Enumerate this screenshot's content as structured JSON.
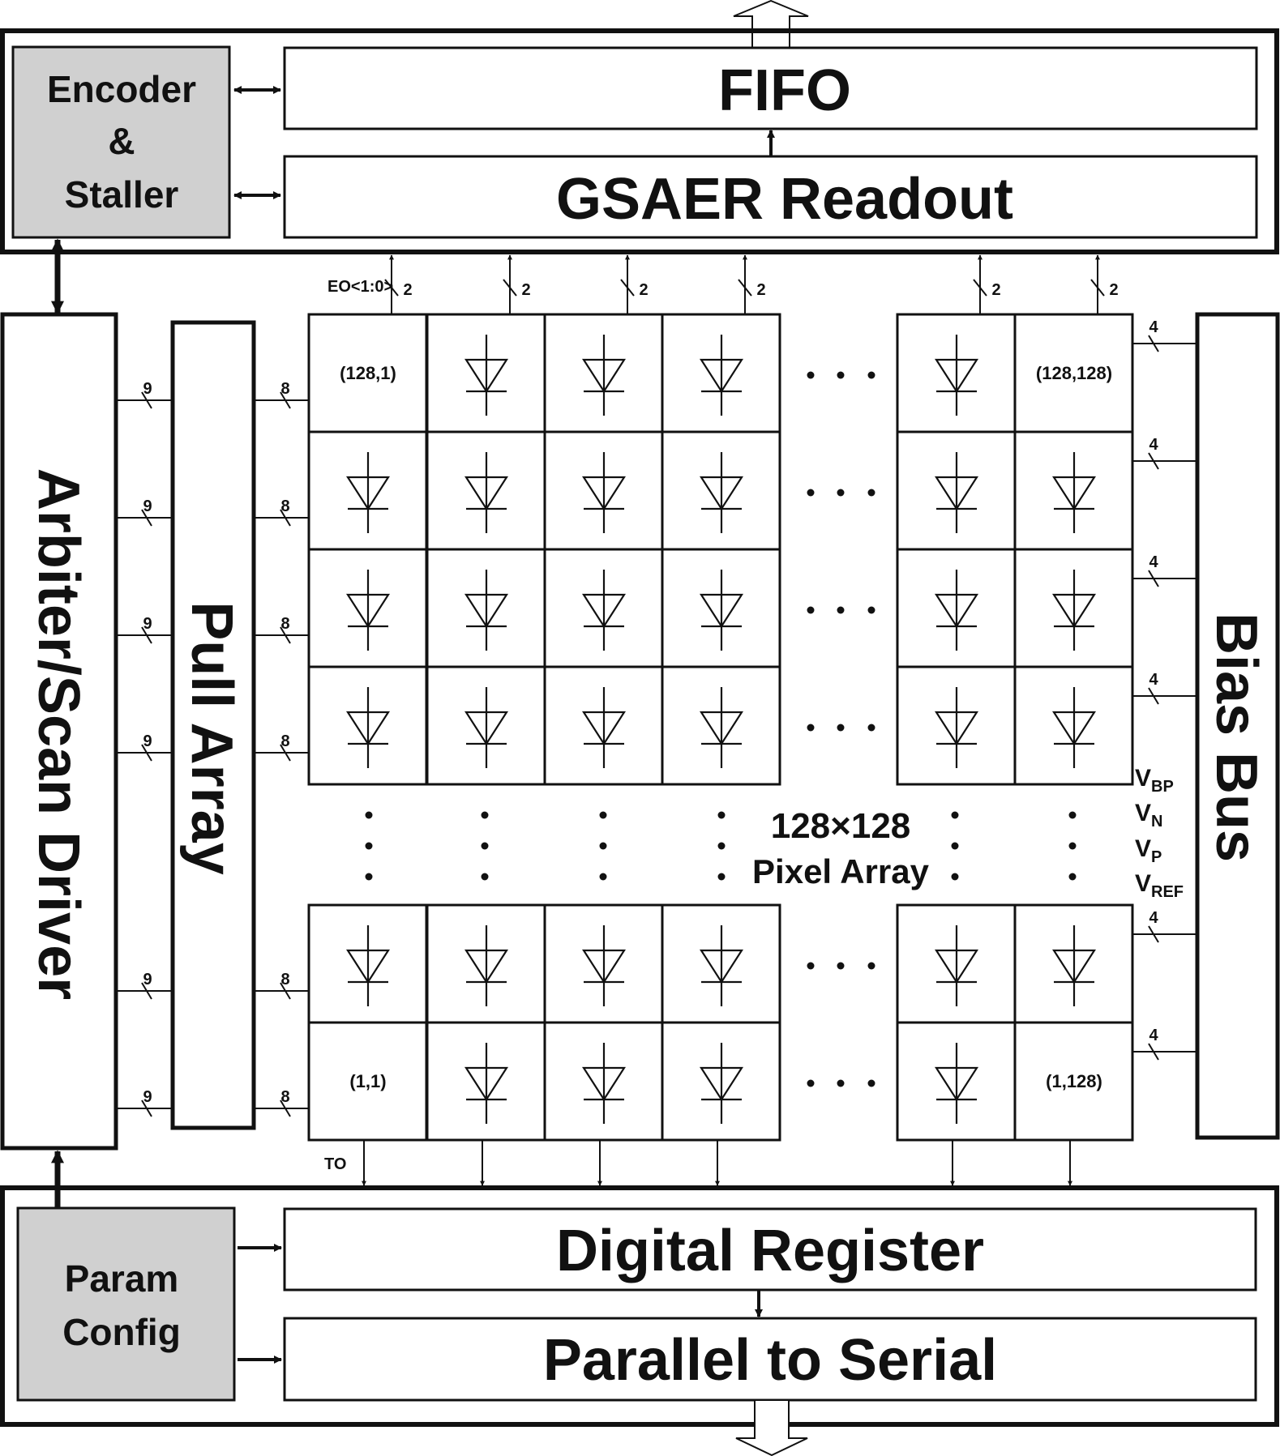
{
  "blocks": {
    "encoder_staller": [
      "Encoder",
      "&",
      "Staller"
    ],
    "fifo": "FIFO",
    "gsaer_readout": "GSAER Readout",
    "arbiter_scan_driver": "Arbiter/Scan Driver",
    "pull_array": "Pull Array",
    "bias_bus": "Bias Bus",
    "param_config": [
      "Param",
      "Config"
    ],
    "digital_register": "Digital Register",
    "parallel_to_serial": "Parallel to Serial"
  },
  "pixel_array": {
    "label_line1": "128×128",
    "label_line2": "Pixel Array",
    "corner_labels": {
      "top_left": "(128,1)",
      "top_right": "(128,128)",
      "bottom_left": "(1,1)",
      "bottom_right": "(1,128)"
    },
    "cell_icon": "photodiode-icon"
  },
  "signals": {
    "eo_label": "EO<1:0>",
    "to_label": "TO",
    "eo_bus_width": "2",
    "arbiter_bus_width": "9",
    "pull_bus_width": "8",
    "bias_bus_width": "4",
    "bias_voltages": [
      {
        "main": "V",
        "sub": "BP"
      },
      {
        "main": "V",
        "sub": "N"
      },
      {
        "main": "V",
        "sub": "P"
      },
      {
        "main": "V",
        "sub": "REF"
      }
    ]
  },
  "colors": {
    "gray_block": "#d0d0d0",
    "line": "#111111"
  }
}
